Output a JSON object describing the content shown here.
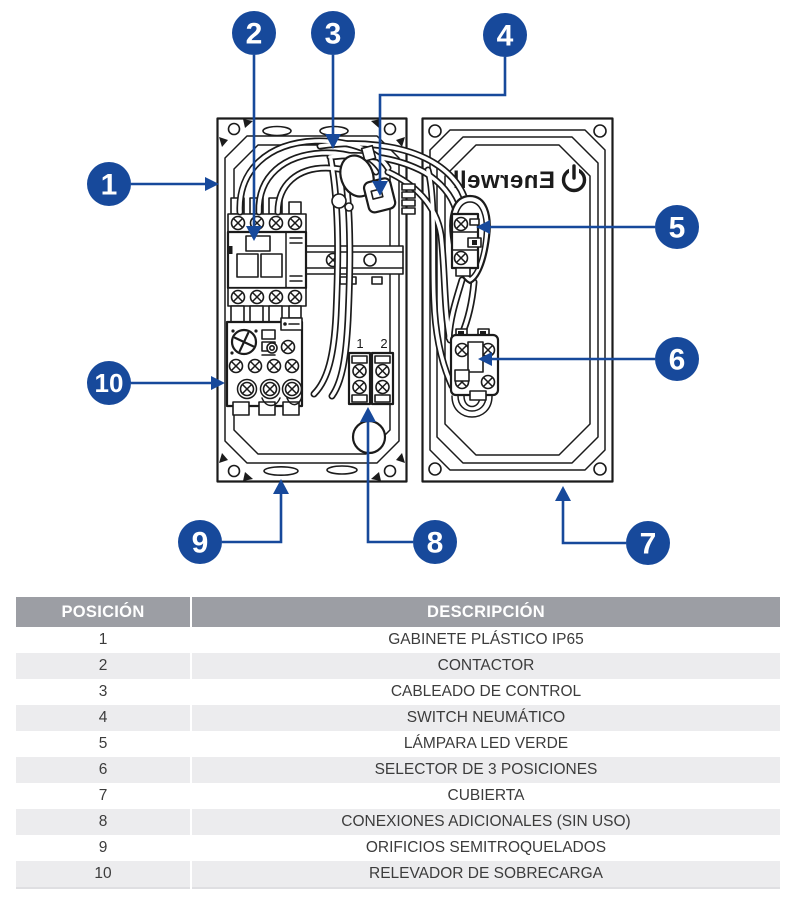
{
  "diagram": {
    "logo": "Enerwell",
    "terminal_labels": [
      "1",
      "2"
    ],
    "callouts": [
      "1",
      "2",
      "3",
      "4",
      "5",
      "6",
      "7",
      "8",
      "9",
      "10"
    ]
  },
  "table": {
    "headers": {
      "position": "POSICIÓN",
      "description": "DESCRIPCIÓN"
    },
    "rows": [
      {
        "pos": "1",
        "desc": "GABINETE PLÁSTICO IP65"
      },
      {
        "pos": "2",
        "desc": "CONTACTOR"
      },
      {
        "pos": "3",
        "desc": "CABLEADO DE CONTROL"
      },
      {
        "pos": "4",
        "desc": "SWITCH NEUMÁTICO"
      },
      {
        "pos": "5",
        "desc": "LÁMPARA LED VERDE"
      },
      {
        "pos": "6",
        "desc": "SELECTOR DE 3 POSICIONES"
      },
      {
        "pos": "7",
        "desc": "CUBIERTA"
      },
      {
        "pos": "8",
        "desc": "CONEXIONES ADICIONALES (SIN USO)"
      },
      {
        "pos": "9",
        "desc": "ORIFICIOS SEMITROQUELADOS"
      },
      {
        "pos": "10",
        "desc": "RELEVADOR DE SOBRECARGA"
      }
    ]
  },
  "colors": {
    "callout_blue": "#17499B",
    "table_header_bg": "#9C9EA4",
    "row_alt_bg": "#ECECEE"
  }
}
